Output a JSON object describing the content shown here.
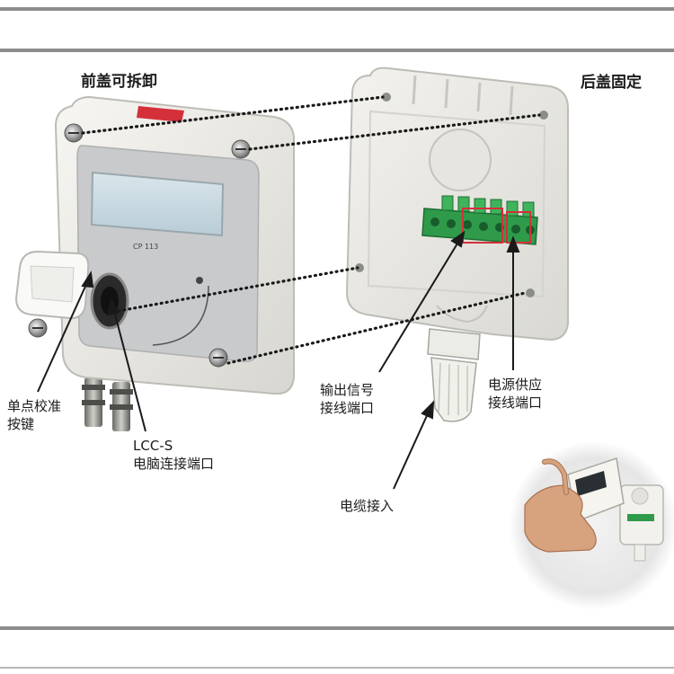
{
  "labels": {
    "front_cover": "前盖可拆卸",
    "back_cover": "后盖固定",
    "zero_button": [
      "单点校准",
      "按键"
    ],
    "lcc_port": [
      "LCC-S",
      "电脑连接端口"
    ],
    "output_port": [
      "输出信号",
      "接线端口"
    ],
    "power_port": [
      "电源供应",
      "接线端口"
    ],
    "cable_entry": "电缆接入",
    "device_model": "CP 113"
  },
  "colors": {
    "accent_red": "#d4303a",
    "terminal_green": "#2f9a4a",
    "device_body": "#ecebe6"
  }
}
